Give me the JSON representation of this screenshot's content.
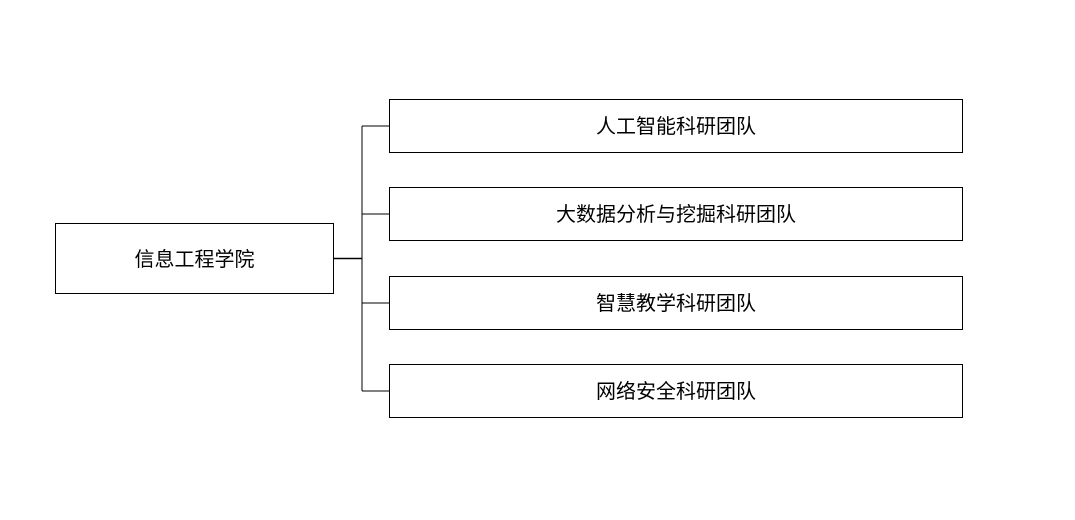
{
  "diagram": {
    "root": {
      "label": "信息工程学院"
    },
    "children": [
      {
        "label": "人工智能科研团队"
      },
      {
        "label": "大数据分析与挖掘科研团队"
      },
      {
        "label": "智慧教学科研团队"
      },
      {
        "label": "网络安全科研团队"
      }
    ]
  }
}
